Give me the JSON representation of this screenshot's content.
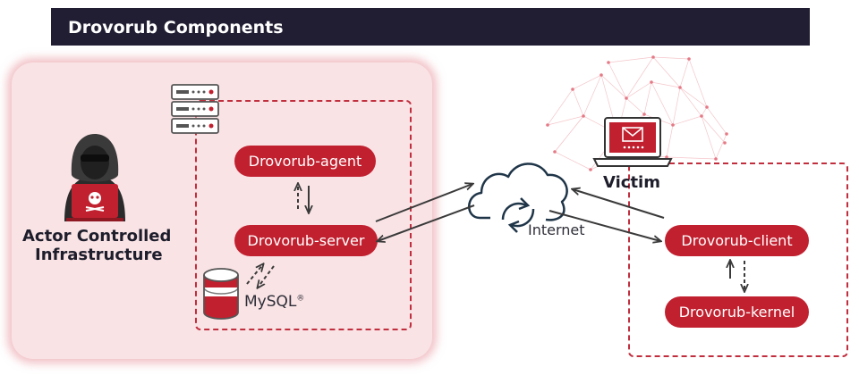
{
  "header": {
    "title": "Drovorub Components"
  },
  "actor": {
    "label_line1": "Actor Controlled",
    "label_line2": "Infrastructure"
  },
  "victim": {
    "label": "Victim"
  },
  "network": {
    "label": "Internet"
  },
  "database": {
    "label": "MySQL",
    "mark": "®"
  },
  "components": {
    "agent": "Drovorub-agent",
    "server": "Drovorub-server",
    "client": "Drovorub-client",
    "kernel": "Drovorub-kernel"
  },
  "icons": {
    "hacker": "hacker-icon",
    "server_rack": "server-rack-icon",
    "cloud": "cloud-icon",
    "laptop": "laptop-email-icon",
    "database": "database-icon"
  },
  "colors": {
    "accent": "#c1202f",
    "header_bg": "#211e33",
    "panel_bg": "#f9e3e5",
    "dark_text": "#1d1d2b"
  }
}
